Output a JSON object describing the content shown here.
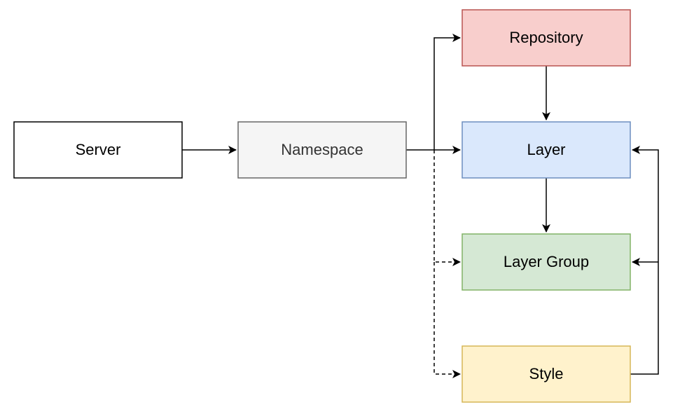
{
  "nodes": {
    "server": {
      "label": "Server",
      "fill": "#ffffff",
      "stroke": "#000000",
      "text_color": "#000000"
    },
    "namespace": {
      "label": "Namespace",
      "fill": "#f5f5f5",
      "stroke": "#666666",
      "text_color": "#333333"
    },
    "repository": {
      "label": "Repository",
      "fill": "#f8cecc",
      "stroke": "#b85450",
      "text_color": "#000000"
    },
    "layer": {
      "label": "Layer",
      "fill": "#dae8fc",
      "stroke": "#6c8ebf",
      "text_color": "#000000"
    },
    "layer_group": {
      "label": "Layer Group",
      "fill": "#d5e8d4",
      "stroke": "#82b366",
      "text_color": "#000000"
    },
    "style": {
      "label": "Style",
      "fill": "#fff2cc",
      "stroke": "#d6b656",
      "text_color": "#000000"
    }
  },
  "edges": [
    {
      "from": "Server",
      "to": "Namespace",
      "line": "solid"
    },
    {
      "from": "Namespace",
      "to": "Repository",
      "line": "solid"
    },
    {
      "from": "Namespace",
      "to": "Layer",
      "line": "solid"
    },
    {
      "from": "Namespace",
      "to": "Layer Group",
      "line": "dashed"
    },
    {
      "from": "Namespace",
      "to": "Style",
      "line": "dashed"
    },
    {
      "from": "Repository",
      "to": "Layer",
      "line": "solid"
    },
    {
      "from": "Layer",
      "to": "Layer Group",
      "line": "solid"
    },
    {
      "from": "Style",
      "to": "Layer",
      "line": "solid"
    },
    {
      "from": "Style",
      "to": "Layer Group",
      "line": "solid"
    }
  ]
}
